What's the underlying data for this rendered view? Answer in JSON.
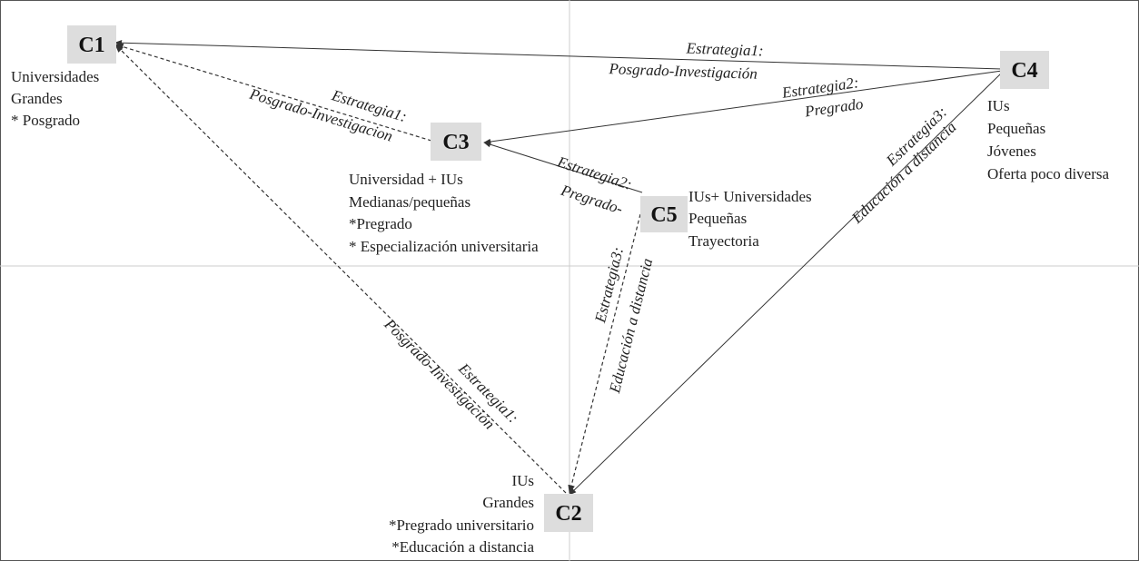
{
  "colors": {
    "node_box": "#dddddd",
    "line": "#333333",
    "axis": "#cccccc",
    "frame": "#555555"
  },
  "nodes": {
    "c1": {
      "label": "C1",
      "lines": [
        "Universidades",
        "Grandes",
        "* Posgrado"
      ]
    },
    "c2": {
      "label": "C2",
      "lines": [
        "IUs",
        "Grandes",
        "*Pregrado universitario",
        "*Educación a distancia"
      ]
    },
    "c3": {
      "label": "C3",
      "lines": [
        "Universidad + IUs",
        "Medianas/pequeñas",
        "*Pregrado",
        "* Especialización universitaria"
      ]
    },
    "c4": {
      "label": "C4",
      "lines": [
        "IUs",
        "Pequeñas",
        "Jóvenes",
        "Oferta poco diversa"
      ]
    },
    "c5": {
      "label": "C5",
      "lines": [
        "IUs+ Universidades",
        "Pequeñas",
        "Trayectoria"
      ]
    }
  },
  "edges": {
    "c4_c1": {
      "line1": "Estrategia1:",
      "line2": "Posgrado-Investigación"
    },
    "c4_c3": {
      "line1": "Estrategia2:",
      "line2": "Pregrado"
    },
    "c3_c1": {
      "line1": "Estrategia1:",
      "line2": "Posgrado-Investigacion"
    },
    "c5_c3": {
      "line1": "Estrategia2:",
      "line2": "Pregrado-"
    },
    "c5_c2": {
      "line1": "Estrategia3:",
      "line2": "Educación a distancia"
    },
    "c4_c2": {
      "line1": "Estrategia3:",
      "line2": "Educación a distancia"
    },
    "c2_c1": {
      "line1": "Estrategia1:",
      "line2": "Posgrado-Investigación"
    }
  }
}
